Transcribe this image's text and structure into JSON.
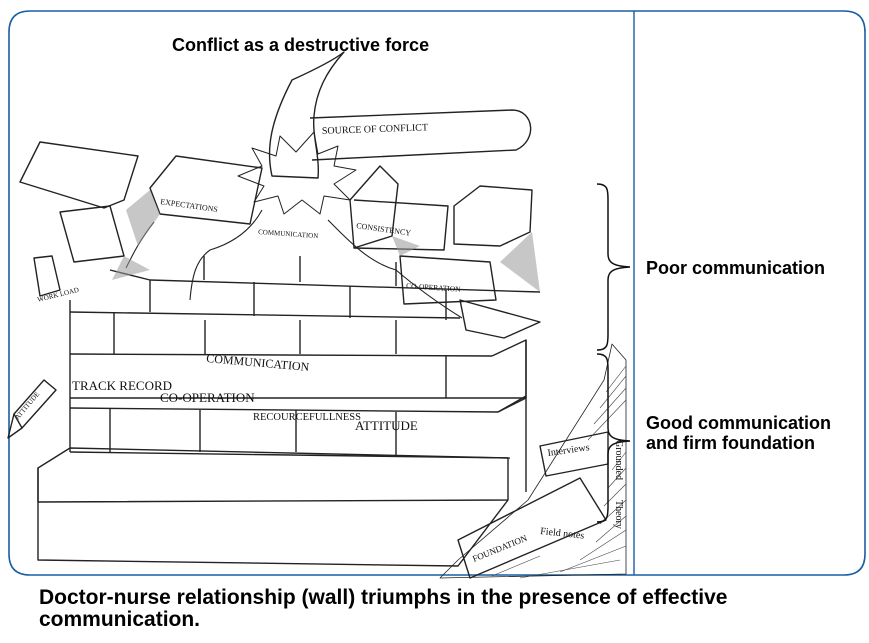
{
  "title": "Conflict as a destructive force",
  "side_labels": {
    "poor": "Poor communication",
    "good_line1": "Good communication",
    "good_line2": "and firm foundation"
  },
  "caption": "Doctor-nurse relationship (wall) triumphs in the presence of effective communication.",
  "sketch": {
    "hammer": "SOURCE OF CONFLICT",
    "top_bricks": {
      "expectations": "EXPECTATIONS",
      "communication": "COMMUNICATION",
      "consistency": "CONSISTENCY",
      "cooperation": "CO-OPERATION",
      "workload": "WORK LOAD"
    },
    "lower_bricks": {
      "communication": "COMMUNICATION",
      "track_record": "TRACK RECORD",
      "cooperation": "CO-OPERATION",
      "resourcefulness": "RECOURCEFULLNESS",
      "attitude": "ATTITUDE"
    },
    "arrow": "ATTITUDE",
    "foundation": {
      "interviews": "Interviews",
      "grounded": "Grounded",
      "theory": "Theory",
      "field_notes": "Field notes",
      "foundation": "FOUNDATION"
    }
  }
}
